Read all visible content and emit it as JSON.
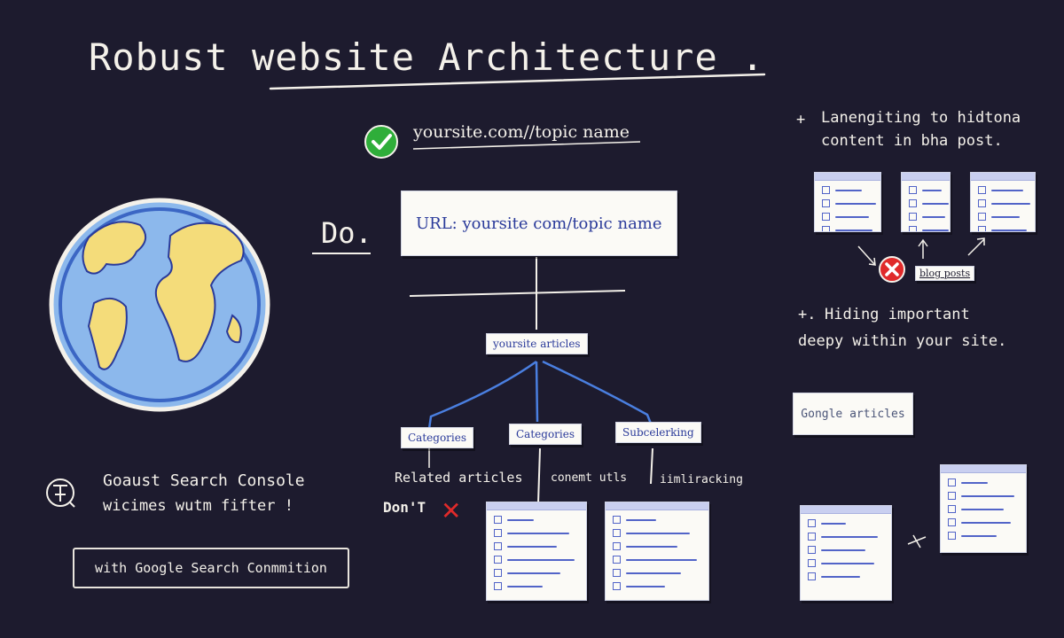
{
  "title": "Robust website Architecture .",
  "good_url": {
    "text": "yoursite.com//topic name",
    "status": "check"
  },
  "do_label": "Do.",
  "url_box": "URL: yoursite com/topic name",
  "tree": {
    "root": "yoursite articles",
    "children": [
      "Categories",
      "Categories",
      "Subcelerking"
    ],
    "bottom_labels": [
      "Related articles",
      "conemt utls",
      "iimliracking"
    ]
  },
  "dont_label": "Don'T",
  "notes": {
    "top_right": [
      "Lanengiting to hidtona",
      "content in bha post."
    ],
    "blog_posts": "blog posts",
    "hiding": [
      "Hiding important",
      "deepy within your site."
    ],
    "google_articles": "Gongle articles",
    "console": [
      "Goaust Search Console",
      "wicimes wutm fifter !"
    ],
    "button": "with Google Search Conmmition"
  },
  "colors": {
    "background": "#1d1b2e",
    "chalk": "#f4f1ea",
    "accent_blue": "#4a7fe0",
    "ink_blue": "#2a3a9a",
    "check_green": "#2fae3a",
    "error_red": "#e02a2a",
    "globe_ocean": "#8cb8ec",
    "globe_land": "#f4dc7a"
  },
  "icons": [
    "globe-icon",
    "check-circle-icon",
    "error-x-icon",
    "console-icon"
  ]
}
